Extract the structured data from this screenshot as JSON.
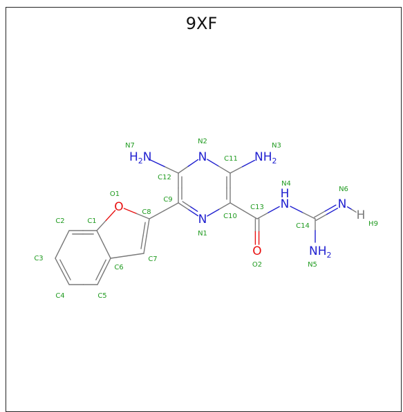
{
  "title": "9XF",
  "colors": {
    "bond": "#7a7a7a",
    "nitrogen": "#2020d0",
    "oxygen": "#e81010",
    "hydrogen": "#7a7a7a",
    "index": "#1e9a1e"
  },
  "atoms": {
    "O1": {
      "element": "O",
      "text": "O",
      "index": "O1"
    },
    "N1": {
      "element": "N",
      "text": "N",
      "index": "N1"
    },
    "N2": {
      "element": "N",
      "text": "N",
      "index": "N2"
    },
    "N3": {
      "element": "N",
      "text": "NH",
      "sub": "2",
      "index": "N3"
    },
    "N4": {
      "element": "N",
      "text": "N",
      "hyd": "H",
      "index": "N4"
    },
    "N5": {
      "element": "N",
      "text": "NH",
      "sub": "2",
      "index": "N5"
    },
    "N6": {
      "element": "N",
      "text": "N",
      "index": "N6"
    },
    "N7": {
      "element": "N",
      "text": "H",
      "sub": "2",
      "tail": "N",
      "index": "N7"
    },
    "O2": {
      "element": "O",
      "text": "O",
      "index": "O2"
    },
    "H9": {
      "element": "H",
      "text": "H",
      "index": "H9"
    }
  },
  "carbon_indices": [
    "C1",
    "C2",
    "C3",
    "C4",
    "C5",
    "C6",
    "C7",
    "C8",
    "C9",
    "C10",
    "C11",
    "C12",
    "C13",
    "C14"
  ]
}
